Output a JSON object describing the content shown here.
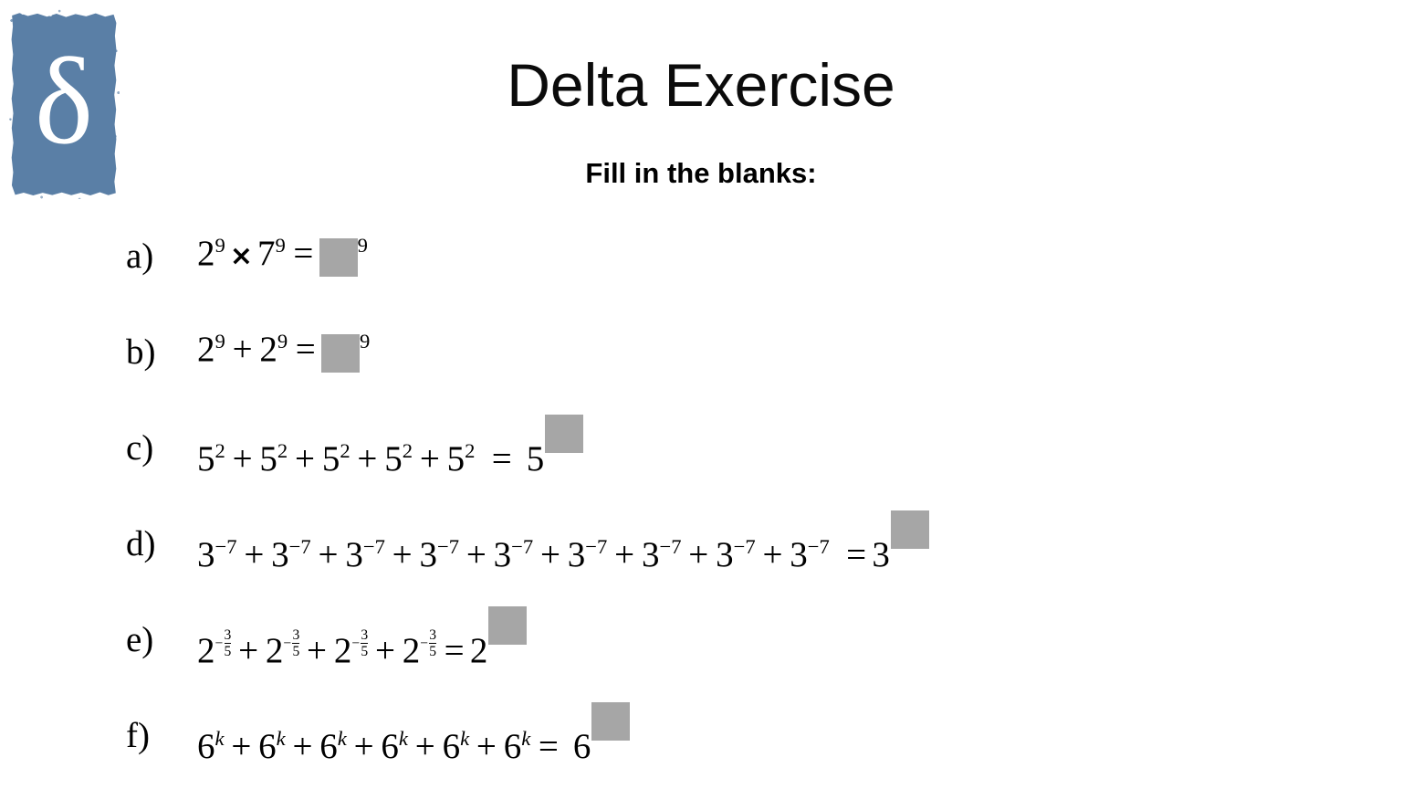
{
  "logo": {
    "glyph": "δ",
    "glyph_name": "delta-letter",
    "background_color": "#5a7fa6",
    "glyph_color": "#ffffff"
  },
  "header": {
    "title": "Delta Exercise",
    "subtitle": "Fill in the blanks:"
  },
  "style": {
    "page_background": "#ffffff",
    "text_color": "#000000",
    "blank_box_color": "#a6a6a6"
  },
  "problems": [
    {
      "label": "a)",
      "expression_text": "2⁹ × 7⁹ = ■⁹",
      "base1": "2",
      "exp1": "9",
      "operator": "×",
      "base2": "7",
      "exp2": "9",
      "equals": "=",
      "answer_exponent": "9"
    },
    {
      "label": "b)",
      "expression_text": "2⁹ + 2⁹ = ■⁹",
      "base1": "2",
      "exp1": "9",
      "operator": "+",
      "base2": "2",
      "exp2": "9",
      "equals": "=",
      "answer_exponent": "9"
    },
    {
      "label": "c)",
      "expression_text": "5² + 5² + 5² + 5² + 5² = 5■",
      "base": "5",
      "exponent": "2",
      "term_count": 5,
      "operator": "+",
      "equals": "=",
      "result_base": "5"
    },
    {
      "label": "d)",
      "expression_text": "3⁻⁷ + 3⁻⁷ + 3⁻⁷ + 3⁻⁷ + 3⁻⁷ + 3⁻⁷ + 3⁻⁷ + 3⁻⁷ + 3⁻⁷ = 3■",
      "base": "3",
      "exponent": "−7",
      "term_count": 9,
      "operator": "+",
      "equals": "=",
      "result_base": "3"
    },
    {
      "label": "e)",
      "expression_text": "2^(-3/5) + 2^(-3/5) + 2^(-3/5) + 2^(-3/5) = 2■",
      "base": "2",
      "exponent_sign": "−",
      "exponent_numerator": "3",
      "exponent_denominator": "5",
      "term_count": 4,
      "operator": "+",
      "equals": "=",
      "result_base": "2"
    },
    {
      "label": "f)",
      "expression_text": "6ᵏ + 6ᵏ + 6ᵏ + 6ᵏ + 6ᵏ + 6ᵏ = 6■",
      "base": "6",
      "exponent": "k",
      "term_count": 6,
      "operator": "+",
      "equals": "=",
      "result_base": "6"
    }
  ]
}
